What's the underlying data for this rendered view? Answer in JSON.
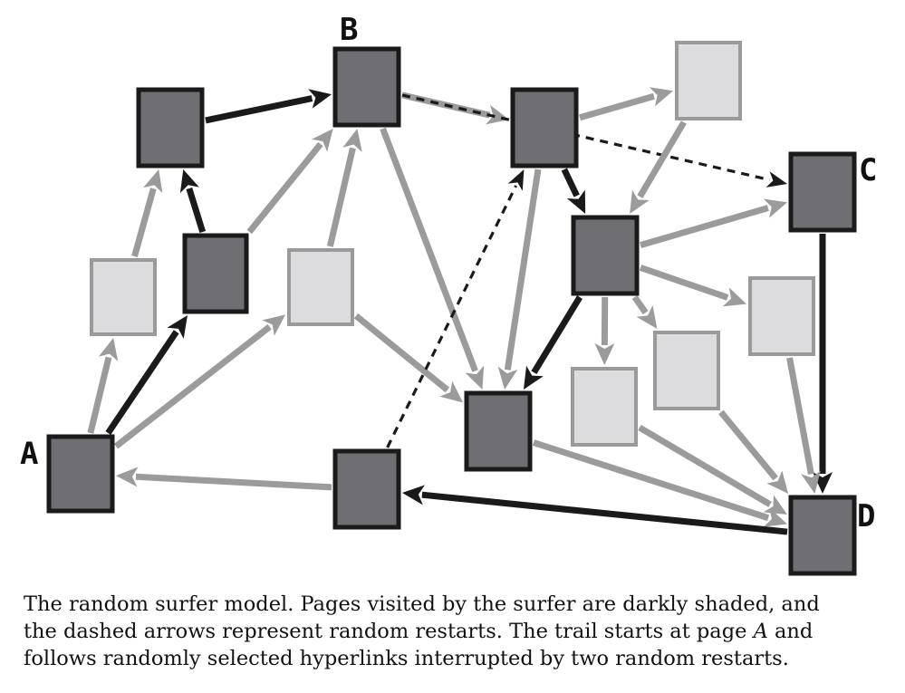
{
  "diagram": {
    "title": "",
    "labels": {
      "A": "A",
      "B": "B",
      "C": "C",
      "D": "D"
    },
    "colors": {
      "visited_fill": "#6e6e73",
      "unvisited_fill": "#dcdcde",
      "visited_border": "#1a1a1a",
      "unvisited_border": "#9a9a9a",
      "link_gray": "#9b9b9b",
      "link_dark": "#1a1a1a"
    },
    "nodes": [
      {
        "id": "A",
        "label": "A",
        "visited": true
      },
      {
        "id": "n2",
        "label": "",
        "visited": false
      },
      {
        "id": "n3",
        "label": "",
        "visited": true
      },
      {
        "id": "n4",
        "label": "",
        "visited": true
      },
      {
        "id": "B",
        "label": "B",
        "visited": true
      },
      {
        "id": "n6",
        "label": "",
        "visited": false
      },
      {
        "id": "n7",
        "label": "",
        "visited": true
      },
      {
        "id": "n8",
        "label": "",
        "visited": false
      },
      {
        "id": "n9",
        "label": "",
        "visited": true
      },
      {
        "id": "C",
        "label": "C",
        "visited": true
      },
      {
        "id": "n11",
        "label": "",
        "visited": true
      },
      {
        "id": "n12",
        "label": "",
        "visited": false
      },
      {
        "id": "n13",
        "label": "",
        "visited": false
      },
      {
        "id": "n14",
        "label": "",
        "visited": false
      },
      {
        "id": "n15",
        "label": "",
        "visited": true
      },
      {
        "id": "D",
        "label": "D",
        "visited": true
      }
    ],
    "edges": [
      {
        "from": "A",
        "to": "n2",
        "kind": "link"
      },
      {
        "from": "A",
        "to": "n4",
        "kind": "trail"
      },
      {
        "from": "A",
        "to": "n6",
        "kind": "link"
      },
      {
        "from": "n2",
        "to": "n3",
        "kind": "link"
      },
      {
        "from": "n4",
        "to": "n3",
        "kind": "trail"
      },
      {
        "from": "n4",
        "to": "B",
        "kind": "link"
      },
      {
        "from": "n3",
        "to": "B",
        "kind": "trail"
      },
      {
        "from": "n6",
        "to": "B",
        "kind": "link"
      },
      {
        "from": "n6",
        "to": "n15",
        "kind": "link"
      },
      {
        "from": "B",
        "to": "n7",
        "kind": "link"
      },
      {
        "from": "B",
        "to": "n15",
        "kind": "link"
      },
      {
        "from": "B",
        "to": "C",
        "kind": "restart"
      },
      {
        "from": "n7",
        "to": "n8",
        "kind": "link"
      },
      {
        "from": "n7",
        "to": "n9",
        "kind": "trail"
      },
      {
        "from": "n7",
        "to": "n15",
        "kind": "link"
      },
      {
        "from": "n8",
        "to": "n9",
        "kind": "link"
      },
      {
        "from": "n9",
        "to": "C",
        "kind": "link"
      },
      {
        "from": "n9",
        "to": "n12",
        "kind": "link"
      },
      {
        "from": "n9",
        "to": "n13",
        "kind": "link"
      },
      {
        "from": "n9",
        "to": "n14",
        "kind": "link"
      },
      {
        "from": "n9",
        "to": "n15",
        "kind": "trail"
      },
      {
        "from": "C",
        "to": "D",
        "kind": "trail"
      },
      {
        "from": "n12",
        "to": "D",
        "kind": "link"
      },
      {
        "from": "n13",
        "to": "D",
        "kind": "link"
      },
      {
        "from": "n14",
        "to": "D",
        "kind": "link"
      },
      {
        "from": "n15",
        "to": "D",
        "kind": "link"
      },
      {
        "from": "D",
        "to": "n11",
        "kind": "trail"
      },
      {
        "from": "n11",
        "to": "A",
        "kind": "link"
      },
      {
        "from": "n11",
        "to": "n7",
        "kind": "restart"
      }
    ]
  },
  "caption": {
    "line1": "The random surfer model. Pages visited by the surfer are darkly shaded, and",
    "line2": "the dashed arrows represent random restarts. The trail starts at page ",
    "line2_italic": "A",
    "line2_end": " and",
    "line3": "follows randomly selected hyperlinks interrupted by two random restarts."
  }
}
